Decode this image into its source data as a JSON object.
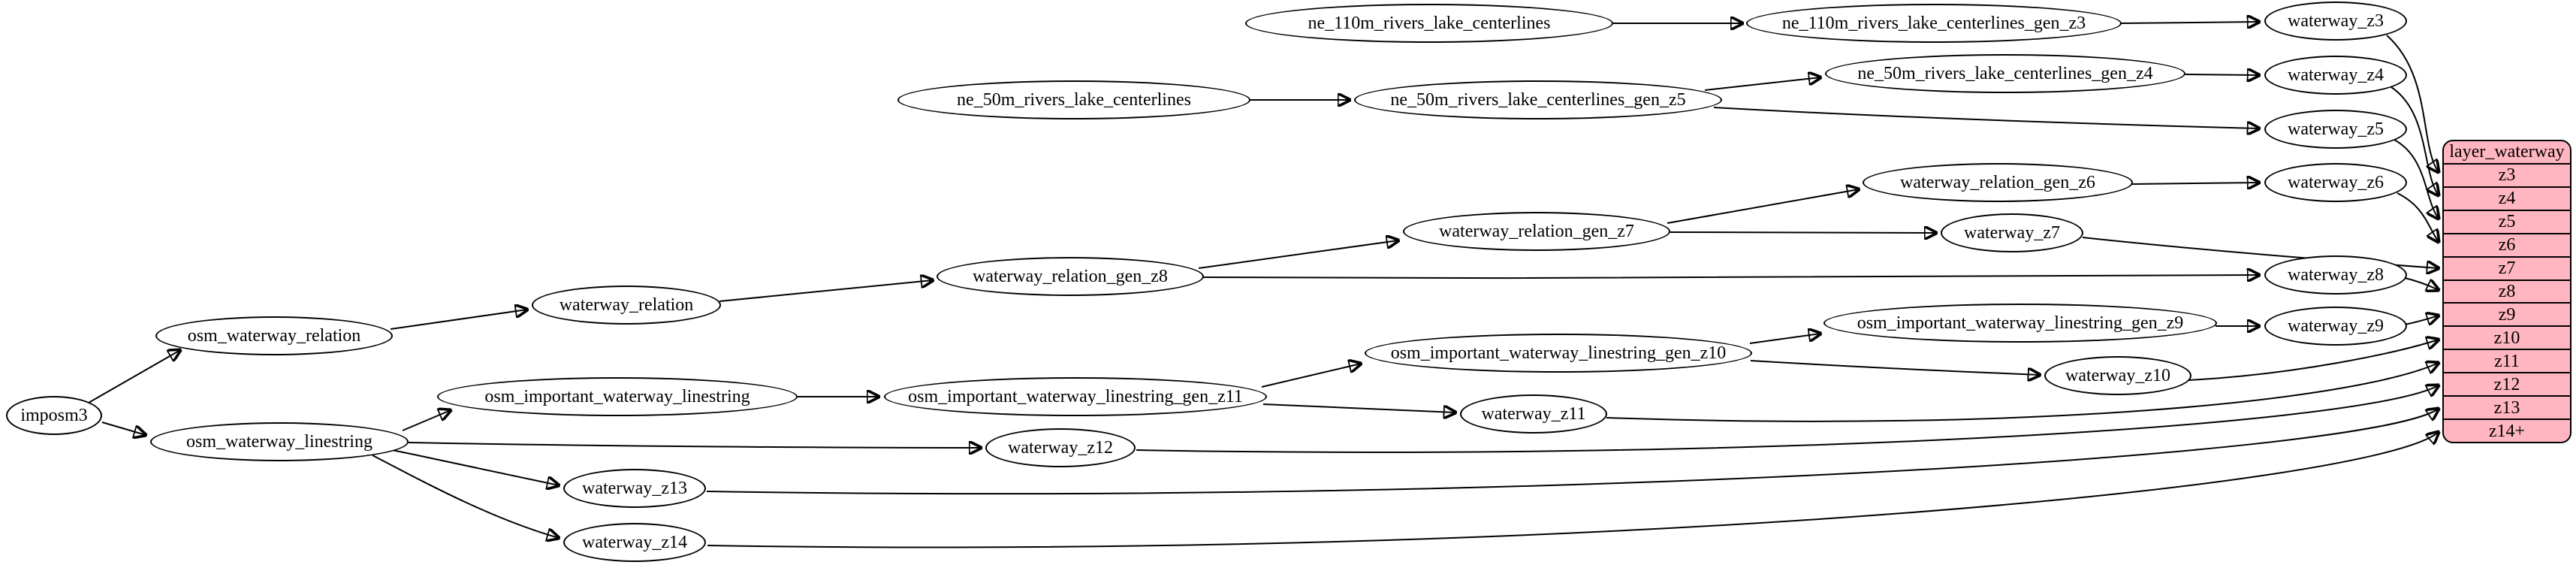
{
  "diagram": {
    "type": "graphviz-digraph",
    "colors": {
      "background": "#ffffff",
      "node_fill": "#ffffff",
      "node_stroke": "#000000",
      "edge": "#000000",
      "record_fill": "#ffb6c1",
      "record_stroke": "#000000"
    },
    "nodes": {
      "imposm3": "imposm3",
      "osm_waterway_relation": "osm_waterway_relation",
      "osm_waterway_linestring": "osm_waterway_linestring",
      "waterway_relation": "waterway_relation",
      "osm_important_waterway_linestring": "osm_important_waterway_linestring",
      "waterway_z13": "waterway_z13",
      "waterway_z14": "waterway_z14",
      "ne_50m_rivers_lake_centerlines": "ne_50m_rivers_lake_centerlines",
      "waterway_relation_gen_z8": "waterway_relation_gen_z8",
      "osm_important_waterway_linestring_gen_z11": "osm_important_waterway_linestring_gen_z11",
      "waterway_z12": "waterway_z12",
      "ne_110m_rivers_lake_centerlines": "ne_110m_rivers_lake_centerlines",
      "ne_50m_rivers_lake_centerlines_gen_z5": "ne_50m_rivers_lake_centerlines_gen_z5",
      "waterway_relation_gen_z7": "waterway_relation_gen_z7",
      "osm_important_waterway_linestring_gen_z10": "osm_important_waterway_linestring_gen_z10",
      "waterway_z11": "waterway_z11",
      "ne_110m_rivers_lake_centerlines_gen_z3": "ne_110m_rivers_lake_centerlines_gen_z3",
      "ne_50m_rivers_lake_centerlines_gen_z4": "ne_50m_rivers_lake_centerlines_gen_z4",
      "waterway_relation_gen_z6": "waterway_relation_gen_z6",
      "waterway_z7": "waterway_z7",
      "osm_important_waterway_linestring_gen_z9": "osm_important_waterway_linestring_gen_z9",
      "waterway_z10": "waterway_z10",
      "waterway_z3": "waterway_z3",
      "waterway_z4": "waterway_z4",
      "waterway_z5": "waterway_z5",
      "waterway_z6": "waterway_z6",
      "waterway_z8": "waterway_z8",
      "waterway_z9": "waterway_z9"
    },
    "table": {
      "title": "layer_waterway",
      "rows": [
        "z3",
        "z4",
        "z5",
        "z6",
        "z7",
        "z8",
        "z9",
        "z10",
        "z11",
        "z12",
        "z13",
        "z14+"
      ]
    },
    "edges": [
      "imposm3 -> osm_waterway_relation",
      "imposm3 -> osm_waterway_linestring",
      "osm_waterway_relation -> waterway_relation",
      "waterway_relation -> waterway_relation_gen_z8",
      "waterway_relation_gen_z8 -> waterway_relation_gen_z7",
      "waterway_relation_gen_z8 -> waterway_z8",
      "waterway_relation_gen_z7 -> waterway_relation_gen_z6",
      "waterway_relation_gen_z7 -> waterway_z7",
      "waterway_relation_gen_z6 -> waterway_z6",
      "osm_waterway_linestring -> osm_important_waterway_linestring",
      "osm_waterway_linestring -> waterway_z12",
      "osm_waterway_linestring -> waterway_z13",
      "osm_waterway_linestring -> waterway_z14",
      "osm_important_waterway_linestring -> osm_important_waterway_linestring_gen_z11",
      "osm_important_waterway_linestring_gen_z11 -> osm_important_waterway_linestring_gen_z10",
      "osm_important_waterway_linestring_gen_z11 -> waterway_z11",
      "osm_important_waterway_linestring_gen_z10 -> osm_important_waterway_linestring_gen_z9",
      "osm_important_waterway_linestring_gen_z10 -> waterway_z10",
      "osm_important_waterway_linestring_gen_z9 -> waterway_z9",
      "ne_110m_rivers_lake_centerlines -> ne_110m_rivers_lake_centerlines_gen_z3",
      "ne_110m_rivers_lake_centerlines_gen_z3 -> waterway_z3",
      "ne_50m_rivers_lake_centerlines -> ne_50m_rivers_lake_centerlines_gen_z5",
      "ne_50m_rivers_lake_centerlines_gen_z5 -> ne_50m_rivers_lake_centerlines_gen_z4",
      "ne_50m_rivers_lake_centerlines_gen_z5 -> waterway_z5",
      "ne_50m_rivers_lake_centerlines_gen_z4 -> waterway_z4",
      "waterway_z3 -> layer_waterway:z3",
      "waterway_z4 -> layer_waterway:z4",
      "waterway_z5 -> layer_waterway:z5",
      "waterway_z6 -> layer_waterway:z6",
      "waterway_z7 -> layer_waterway:z7",
      "waterway_z8 -> layer_waterway:z8",
      "waterway_z9 -> layer_waterway:z9",
      "waterway_z10 -> layer_waterway:z10",
      "waterway_z11 -> layer_waterway:z11",
      "waterway_z12 -> layer_waterway:z12",
      "waterway_z13 -> layer_waterway:z13",
      "waterway_z14 -> layer_waterway:z14+"
    ]
  }
}
